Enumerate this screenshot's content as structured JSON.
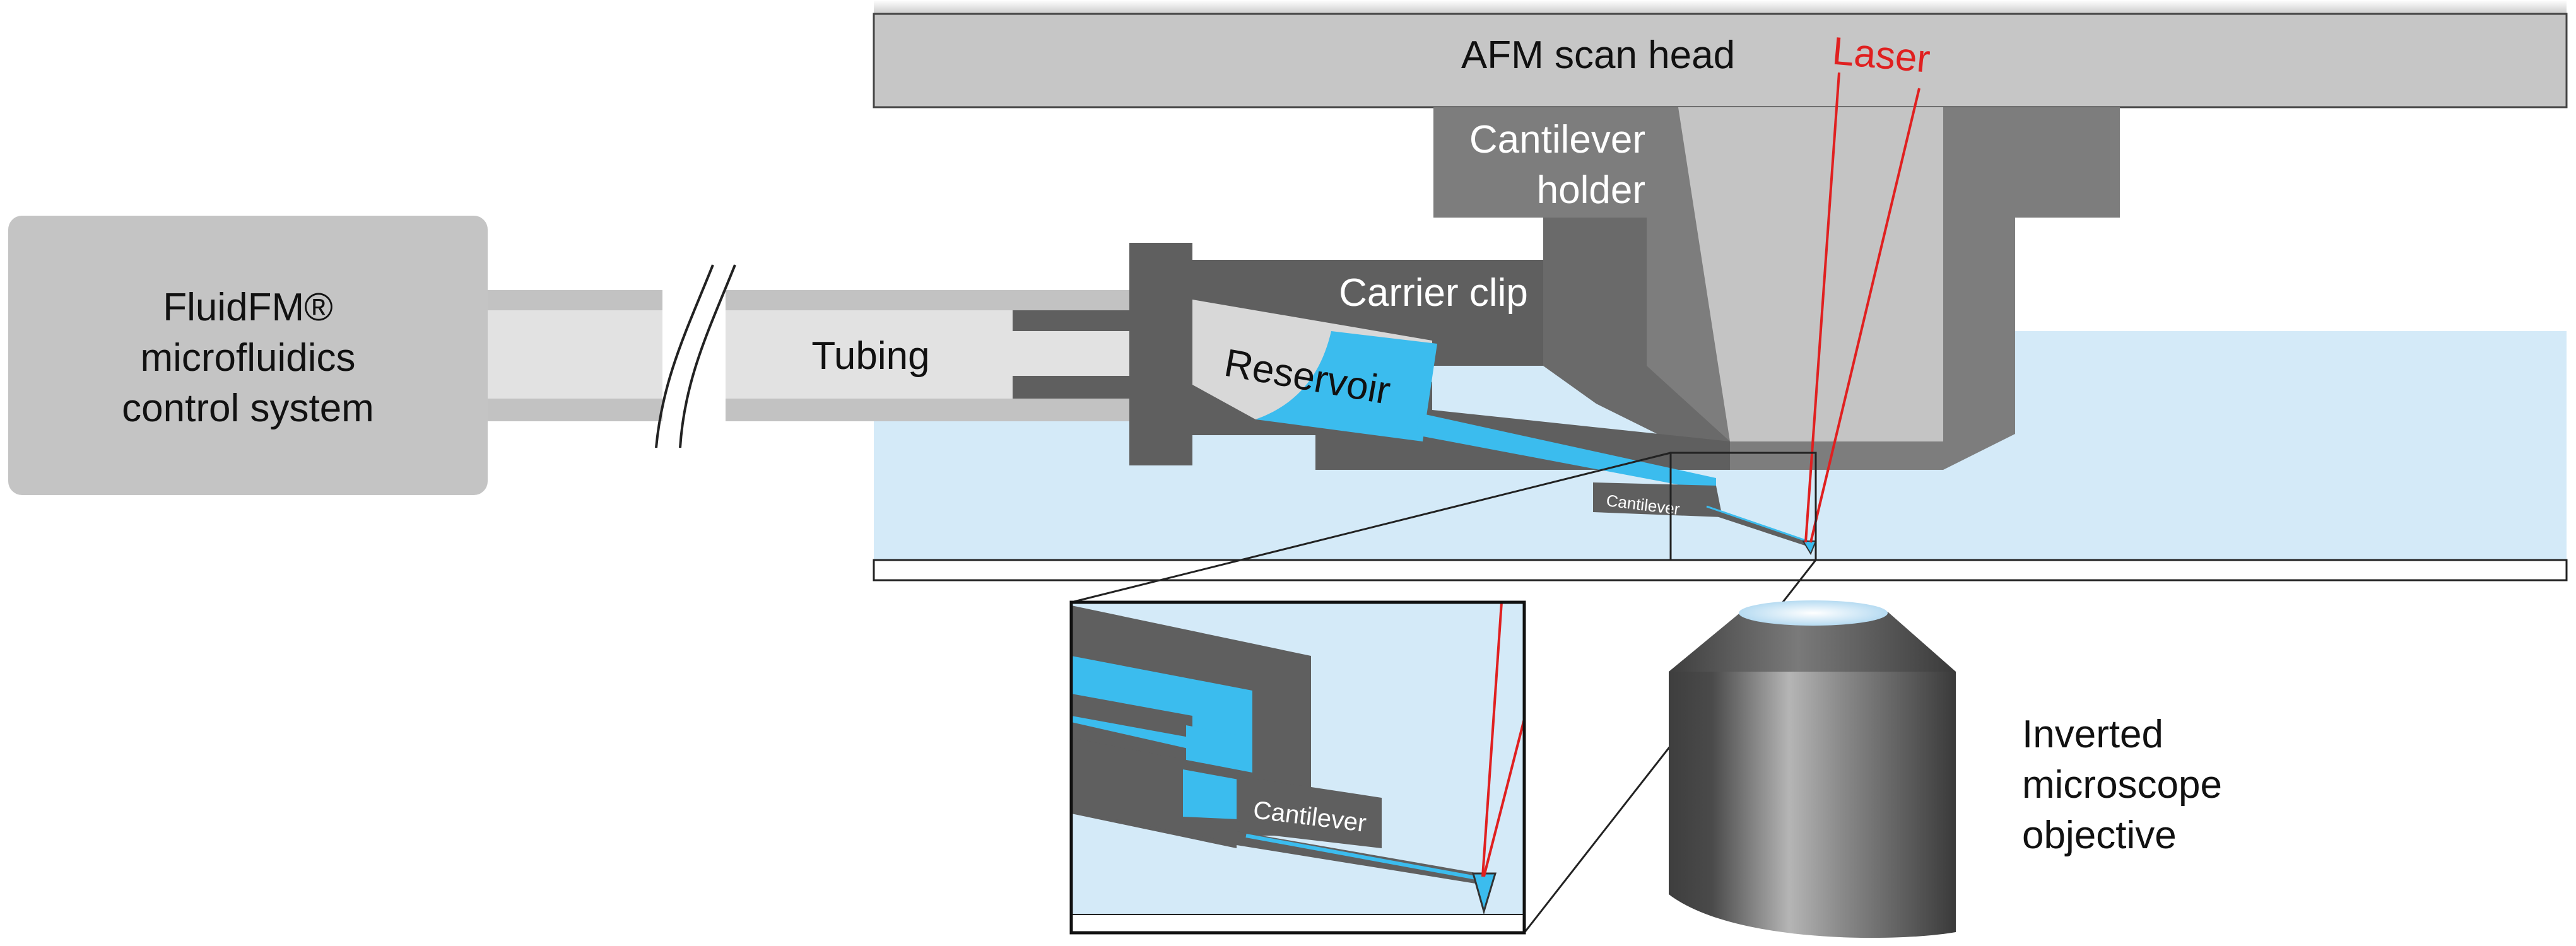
{
  "labels": {
    "scan_head": "AFM scan head",
    "laser": "Laser",
    "holder_line1": "Cantilever",
    "holder_line2": "holder",
    "control_line1": "FluidFM®",
    "control_line2": "microfluidics",
    "control_line3": "control system",
    "tubing": "Tubing",
    "carrier_clip": "Carrier clip",
    "reservoir": "Reservoir",
    "cantilever_small": "Cantilever",
    "cantilever_zoom": "Cantilever",
    "objective_line1": "Inverted",
    "objective_line2": "microscope",
    "objective_line3": "objective"
  },
  "colors": {
    "fluid": "#3bbcee",
    "medium": "#d4eaf8",
    "laser": "#e02020",
    "dark_gray": "#5f5f5f",
    "mid_gray": "#808080",
    "light_gray": "#c8c8c8",
    "tubing": "#e2e2e2"
  }
}
